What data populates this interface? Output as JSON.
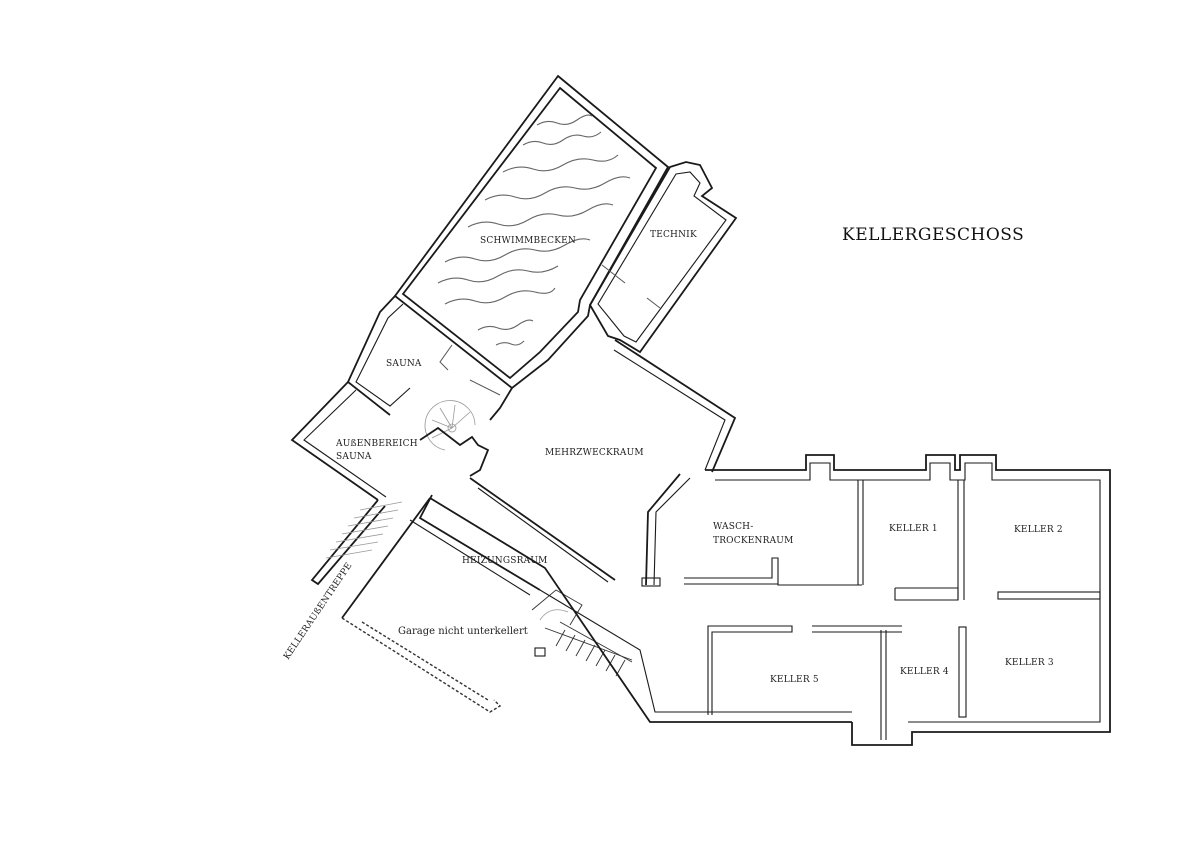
{
  "title": "KELLERGESCHOSS",
  "rooms": {
    "schwimmbecken": "SCHWIMMBECKEN",
    "technik": "TECHNIK",
    "sauna": "SAUNA",
    "aussenbereich_line1": "AUßENBEREICH",
    "aussenbereich_line2": "SAUNA",
    "mehrzweckraum": "MEHRZWECKRAUM",
    "heizungsraum": "HEIZUNGSRAUM",
    "wasch_line1": "WASCH-",
    "wasch_line2": "TROCKENRAUM",
    "keller1": "KELLER 1",
    "keller2": "KELLER 2",
    "keller3": "KELLER 3",
    "keller4": "KELLER 4",
    "keller5": "KELLER 5"
  },
  "annotations": {
    "garage": "Garage nicht unterkellert",
    "aussentreppe": "KELLERAUßENTREPPE"
  }
}
